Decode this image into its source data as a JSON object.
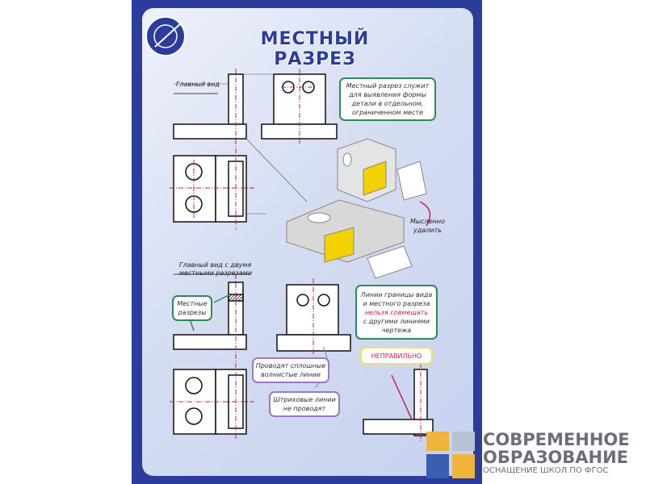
{
  "poster": {
    "title": "МЕСТНЫЙ РАЗРЕЗ",
    "labels": {
      "main_view": "Главный вид",
      "main_view_two_sections_1": "Главный вид с двумя",
      "main_view_two_sections_2": "местными разрезами",
      "remove_mentally_1": "Мысленно",
      "remove_mentally_2": "удалить"
    },
    "boxes": {
      "definition": [
        "Местный разрез служит",
        "для выявления формы",
        "детали в отдельном,",
        "ограниченном месте"
      ],
      "local_sections": [
        "Местные",
        "разрезы"
      ],
      "wavy_lines": [
        "Проводят сплошные",
        "волнистые линии"
      ],
      "dashed_lines": [
        "Штриховые линии",
        "не проводят"
      ],
      "boundary_rule": {
        "line1": "Линии границы вида",
        "line2": "и местного разреза",
        "highlight": "нельзя совмещать",
        "line4": "с другими линиями",
        "line5": "чертежа"
      },
      "wrong": "НЕПРАВИЛЬНО"
    },
    "colors": {
      "frame": "#2b3c9c",
      "axis": "#c0205a",
      "note_border": "#2e8a5a",
      "callout_border": "#9a7ac0",
      "section_fill": "#f2d200"
    }
  },
  "brand": {
    "line1": "СОВРЕМЕННОЕ",
    "line2": "ОБРАЗОВАНИЕ",
    "tagline": "ОСНАЩЕНИЕ ШКОЛ ПО ФГОС"
  }
}
